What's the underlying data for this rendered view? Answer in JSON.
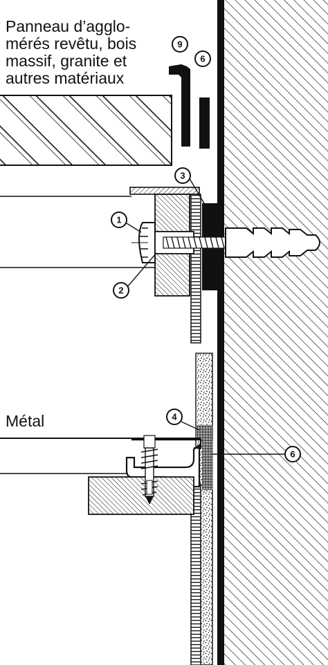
{
  "top_label": {
    "lines": [
      "Panneau d’agglo-",
      "mérés revêtu, bois",
      "massif, granite et",
      "autres matériaux"
    ]
  },
  "bottom_label": "Métal",
  "callouts": [
    "9",
    "6",
    "3",
    "1",
    "2",
    "4",
    "6"
  ]
}
